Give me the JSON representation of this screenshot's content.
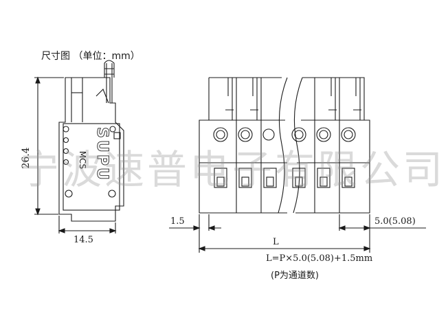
{
  "heading": "尺寸图 （单位：mm）",
  "watermark": "宁波速普电子有限公司",
  "side_view": {
    "height_dim": "26.4",
    "width_dim": "14.5",
    "logo_text": "SUPU",
    "model_text": "MCS"
  },
  "front_view": {
    "left_offset_dim": "1.5",
    "pitch_dim": "5.0(5.08)",
    "length_dim": "L"
  },
  "formula": "L=P×5.0(5.08)+1.5mm",
  "note": "(P为通道数)"
}
